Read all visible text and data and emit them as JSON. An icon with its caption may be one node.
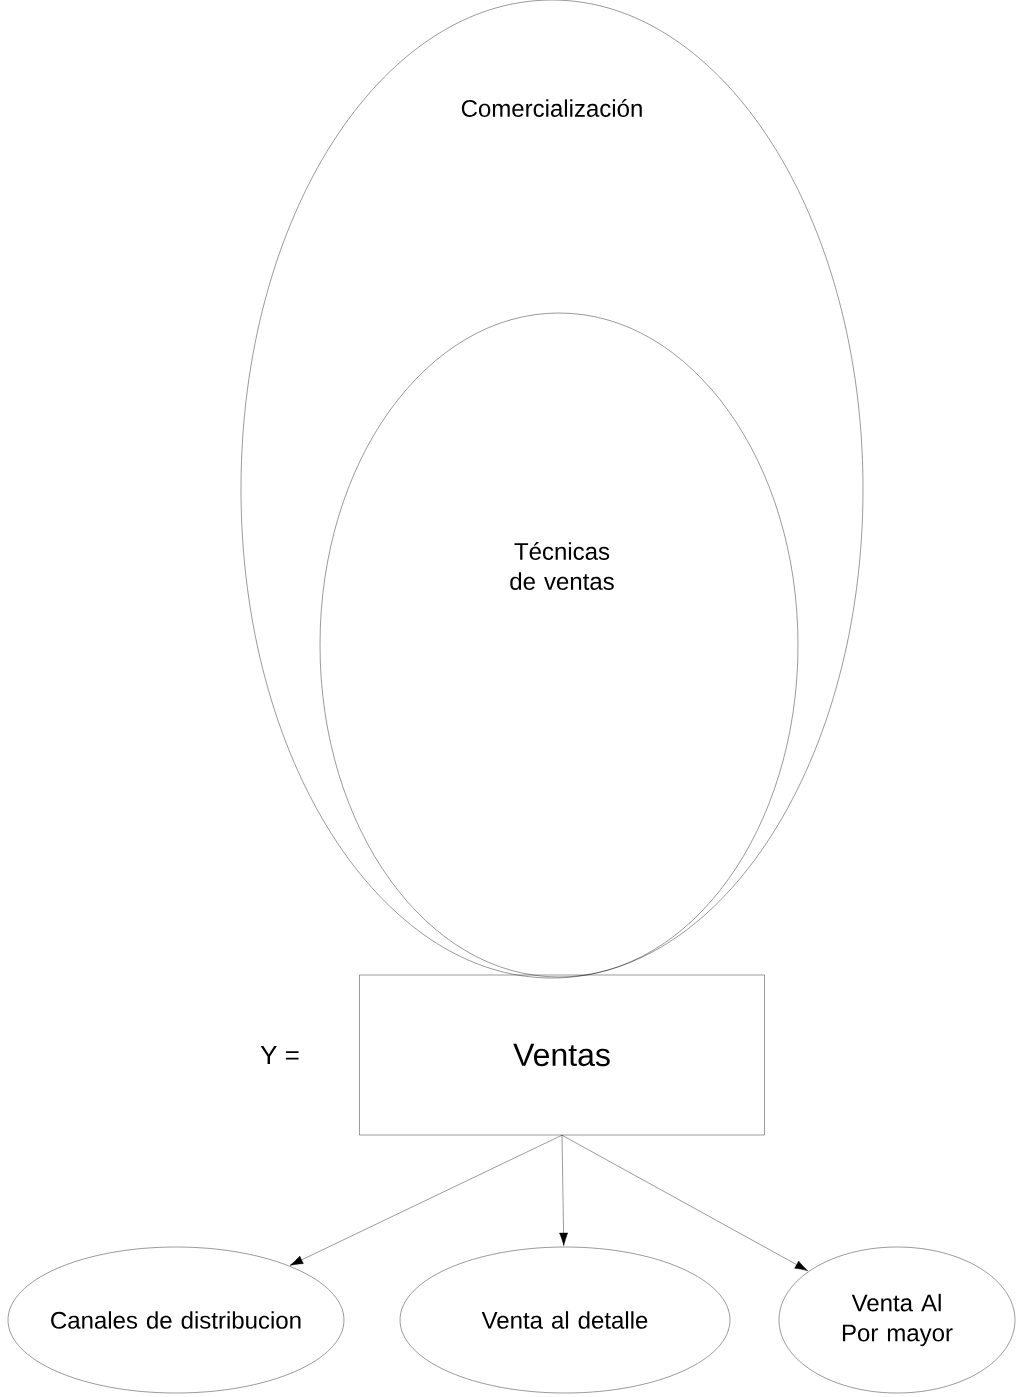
{
  "diagram": {
    "nodes": [
      {
        "text": [
          "Comercialización"
        ]
      },
      {
        "text": [
          "Técnicas de ventas"
        ],
        "in": 0
      },
      {
        "text": [
          "Ventas"
        ]
      },
      {
        "text": [
          "Canales de distribucion"
        ]
      },
      {
        "text": [
          "Venta al detalle"
        ]
      },
      {
        "text": [
          "Venta Al Por mayor"
        ]
      }
    ],
    "edges": [
      {
        "from": 2,
        "to": 3,
        "arrow": "to"
      },
      {
        "from": 2,
        "to": 4,
        "arrow": "to"
      },
      {
        "from": 2,
        "to": 5,
        "arrow": "to"
      }
    ],
    "labels": [
      "Y ="
    ]
  }
}
